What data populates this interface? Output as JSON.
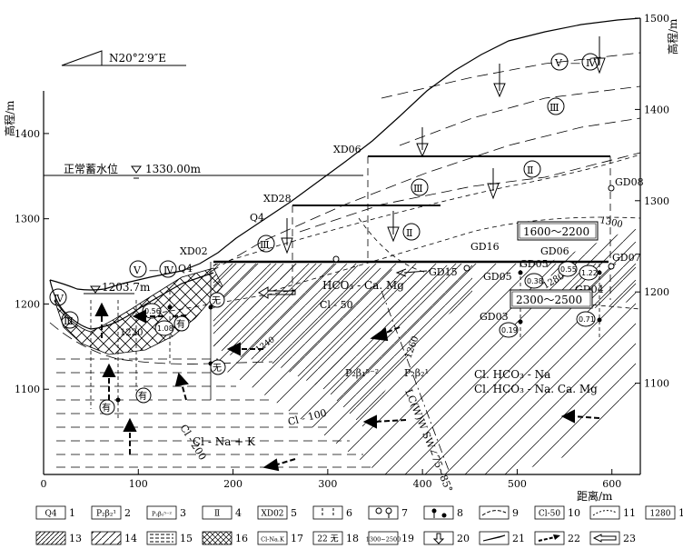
{
  "axes": {
    "left_ylabel": "高程/m",
    "right_ylabel": "高程/m",
    "xlabel": "距离/m",
    "x_ticks": [
      "0",
      "100",
      "200",
      "300",
      "400",
      "500",
      "600"
    ],
    "left_y_ticks": [
      "1100",
      "1200",
      "1300",
      "1400"
    ],
    "right_y_ticks": [
      "1100",
      "1200",
      "1300",
      "1400",
      "1500"
    ],
    "xlim": [
      0,
      630
    ],
    "left_ylim": [
      1000,
      1450
    ],
    "right_ylim": [
      1000,
      1500
    ]
  },
  "orientation": "N20°2′9″E",
  "water_levels": {
    "normal_label": "正常蓄水位",
    "normal_value": "1330.00m",
    "river_value": "1203.7m"
  },
  "boreholes": {
    "xd06": "XD06",
    "xd28": "XD28",
    "xd02": "XD02",
    "gd08": "GD08",
    "gd16": "GD16",
    "gd15": "GD15",
    "gd05a": "GD05",
    "gd05b": "GD05",
    "gd06": "GD06",
    "gd07": "GD07",
    "gd04": "GD04",
    "gd03": "GD03"
  },
  "zones": {
    "roman_5": "Ⅴ",
    "roman_4": "Ⅳ",
    "roman_3": "Ⅲ",
    "roman_2": "Ⅱ",
    "roman_5_4": "Ⅴ—Ⅳ",
    "dash": "—"
  },
  "quaternary": "Q4",
  "chemistry": {
    "hco3_ca_mg": "HCO₃ - Ca. Mg",
    "cl_hco3_na": "Cl. HCO₃ - Na",
    "cl_hco3_na_ca_mg": "Cl. HCO₃ - Na. Ca. Mg",
    "cl_na_k": "Cl - Na + K"
  },
  "contours": {
    "cl50": "Cl - 50",
    "cl100": "Cl - 100",
    "cl200": "Cl - 200",
    "c1220": "1220",
    "c1240": "1240",
    "c1260": "1260",
    "c1280": "1280",
    "c1300": "1300"
  },
  "strata": {
    "p2b1_52": "P₂β₁⁵⁻²",
    "p2b2_1": "P₂β₂¹"
  },
  "fault": "LC(W)W  SW∠75~85°",
  "pressure_ranges": {
    "upper": "1600～2200",
    "lower": "2300～2500"
  },
  "lugeon_values": {
    "v056": "0.56",
    "v108": "1.08",
    "v038": "0.38",
    "v055": "0.55",
    "v122": "1.22",
    "v019": "0.19",
    "v071": "0.71"
  },
  "water_marks": {
    "you": "有",
    "wu": "无"
  },
  "legend": [
    {
      "num": "1",
      "sym": "Q4"
    },
    {
      "num": "2",
      "sym": "P₂β₂¹"
    },
    {
      "num": "3",
      "sym": "P₂β₁⁵⁻²"
    },
    {
      "num": "4",
      "sym": "Ⅱ"
    },
    {
      "num": "5",
      "sym": "XD02"
    },
    {
      "num": "6",
      "sym": ""
    },
    {
      "num": "7",
      "sym": ""
    },
    {
      "num": "8",
      "sym": ""
    },
    {
      "num": "9",
      "sym": ""
    },
    {
      "num": "10",
      "sym": "Cl-50"
    },
    {
      "num": "11",
      "sym": ""
    },
    {
      "num": "12",
      "sym": "1280"
    },
    {
      "num": "13",
      "sym": ""
    },
    {
      "num": "14",
      "sym": ""
    },
    {
      "num": "15",
      "sym": ""
    },
    {
      "num": "16",
      "sym": ""
    },
    {
      "num": "17",
      "sym": "Cl-Na.K"
    },
    {
      "num": "18",
      "sym": "22 无"
    },
    {
      "num": "19",
      "sym": "1300~2500"
    },
    {
      "num": "20",
      "sym": ""
    },
    {
      "num": "21",
      "sym": ""
    },
    {
      "num": "22",
      "sym": ""
    },
    {
      "num": "23",
      "sym": ""
    }
  ]
}
